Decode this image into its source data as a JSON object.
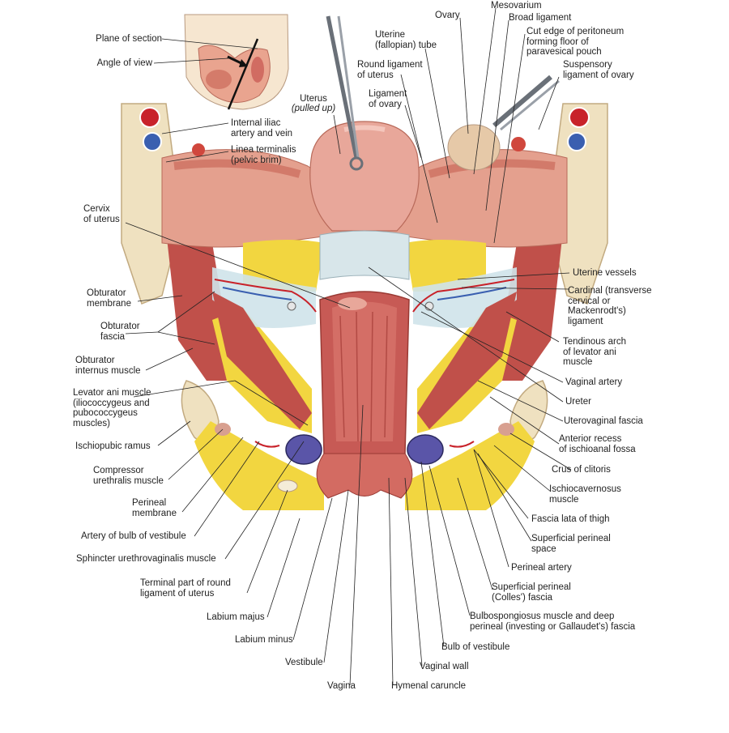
{
  "labels": {
    "plane_of_section": "Plane of section",
    "angle_of_view": "Angle of view",
    "internal_iliac": "Internal iliac\nartery and vein",
    "linea_terminalis": "Linea terminalis\n(pelvic brim)",
    "uterus_line1": "Uterus",
    "uterus_line2": "(pulled up)",
    "uterine_tube": "Uterine\n(fallopian) tube",
    "round_ligament": "Round ligament\nof uterus",
    "ligament_of_ovary": "Ligament\nof ovary",
    "ovary": "Ovary",
    "mesovarium": "Mesovarium",
    "broad_ligament": "Broad ligament",
    "cut_edge": "Cut edge of peritoneum\nforming floor of\nparavesical pouch",
    "suspensory": "Suspensory\nligament of ovary",
    "cervix": "Cervix\nof uterus",
    "uterine_vessels": "Uterine vessels",
    "cardinal": "Cardinal (transverse\ncervical or\nMackenrodt's)\nligament",
    "obturator_membrane": "Obturator\nmembrane",
    "obturator_fascia": "Obturator\nfascia",
    "tendinous_arch": "Tendinous arch\nof levator ani\nmuscle",
    "obturator_internus": "Obturator\ninternus muscle",
    "vaginal_artery": "Vaginal artery",
    "ureter": "Ureter",
    "levator_ani": "Levator ani muscle\n(iliococcygeus and\npubococcygeus\nmuscles)",
    "uterovaginal_fascia": "Uterovaginal fascia",
    "anterior_recess": "Anterior recess\nof ischioanal fossa",
    "ischiopubic_ramus": "Ischiopubic ramus",
    "crus_of_clitoris": "Crus of clitoris",
    "compressor_urethralis": "Compressor\nurethralis muscle",
    "ischiocavernosus": "Ischiocavernosus\nmuscle",
    "perineal_membrane": "Perineal\nmembrane",
    "fascia_lata": "Fascia lata of thigh",
    "artery_bulb": "Artery of bulb of vestibule",
    "superficial_perineal_space": "Superficial perineal\nspace",
    "sphincter": "Sphincter urethrovaginalis muscle",
    "perineal_artery": "Perineal artery",
    "terminal_round": "Terminal part of round\nligament of uterus",
    "superficial_fascia": "Superficial perineal\n(Colles') fascia",
    "labium_majus": "Labium majus",
    "bulbospongiosus": "Bulbospongiosus muscle and deep\nperineal (investing or Gallaudet's) fascia",
    "labium_minus": "Labium minus",
    "bulb_of_vestibule": "Bulb of vestibule",
    "vestibule": "Vestibule",
    "vaginal_wall": "Vaginal wall",
    "vagina": "Vagina",
    "hymenal_caruncle": "Hymenal caruncle"
  },
  "colors": {
    "muscle": "#c0504a",
    "muscle_light": "#dd8a7a",
    "fat": "#f2d640",
    "bone": "#efe1c0",
    "artery": "#c8222a",
    "vein": "#3a5fb0",
    "fascia": "#cfe3ea",
    "organ": "#e8a79a",
    "leader": "#222222"
  }
}
